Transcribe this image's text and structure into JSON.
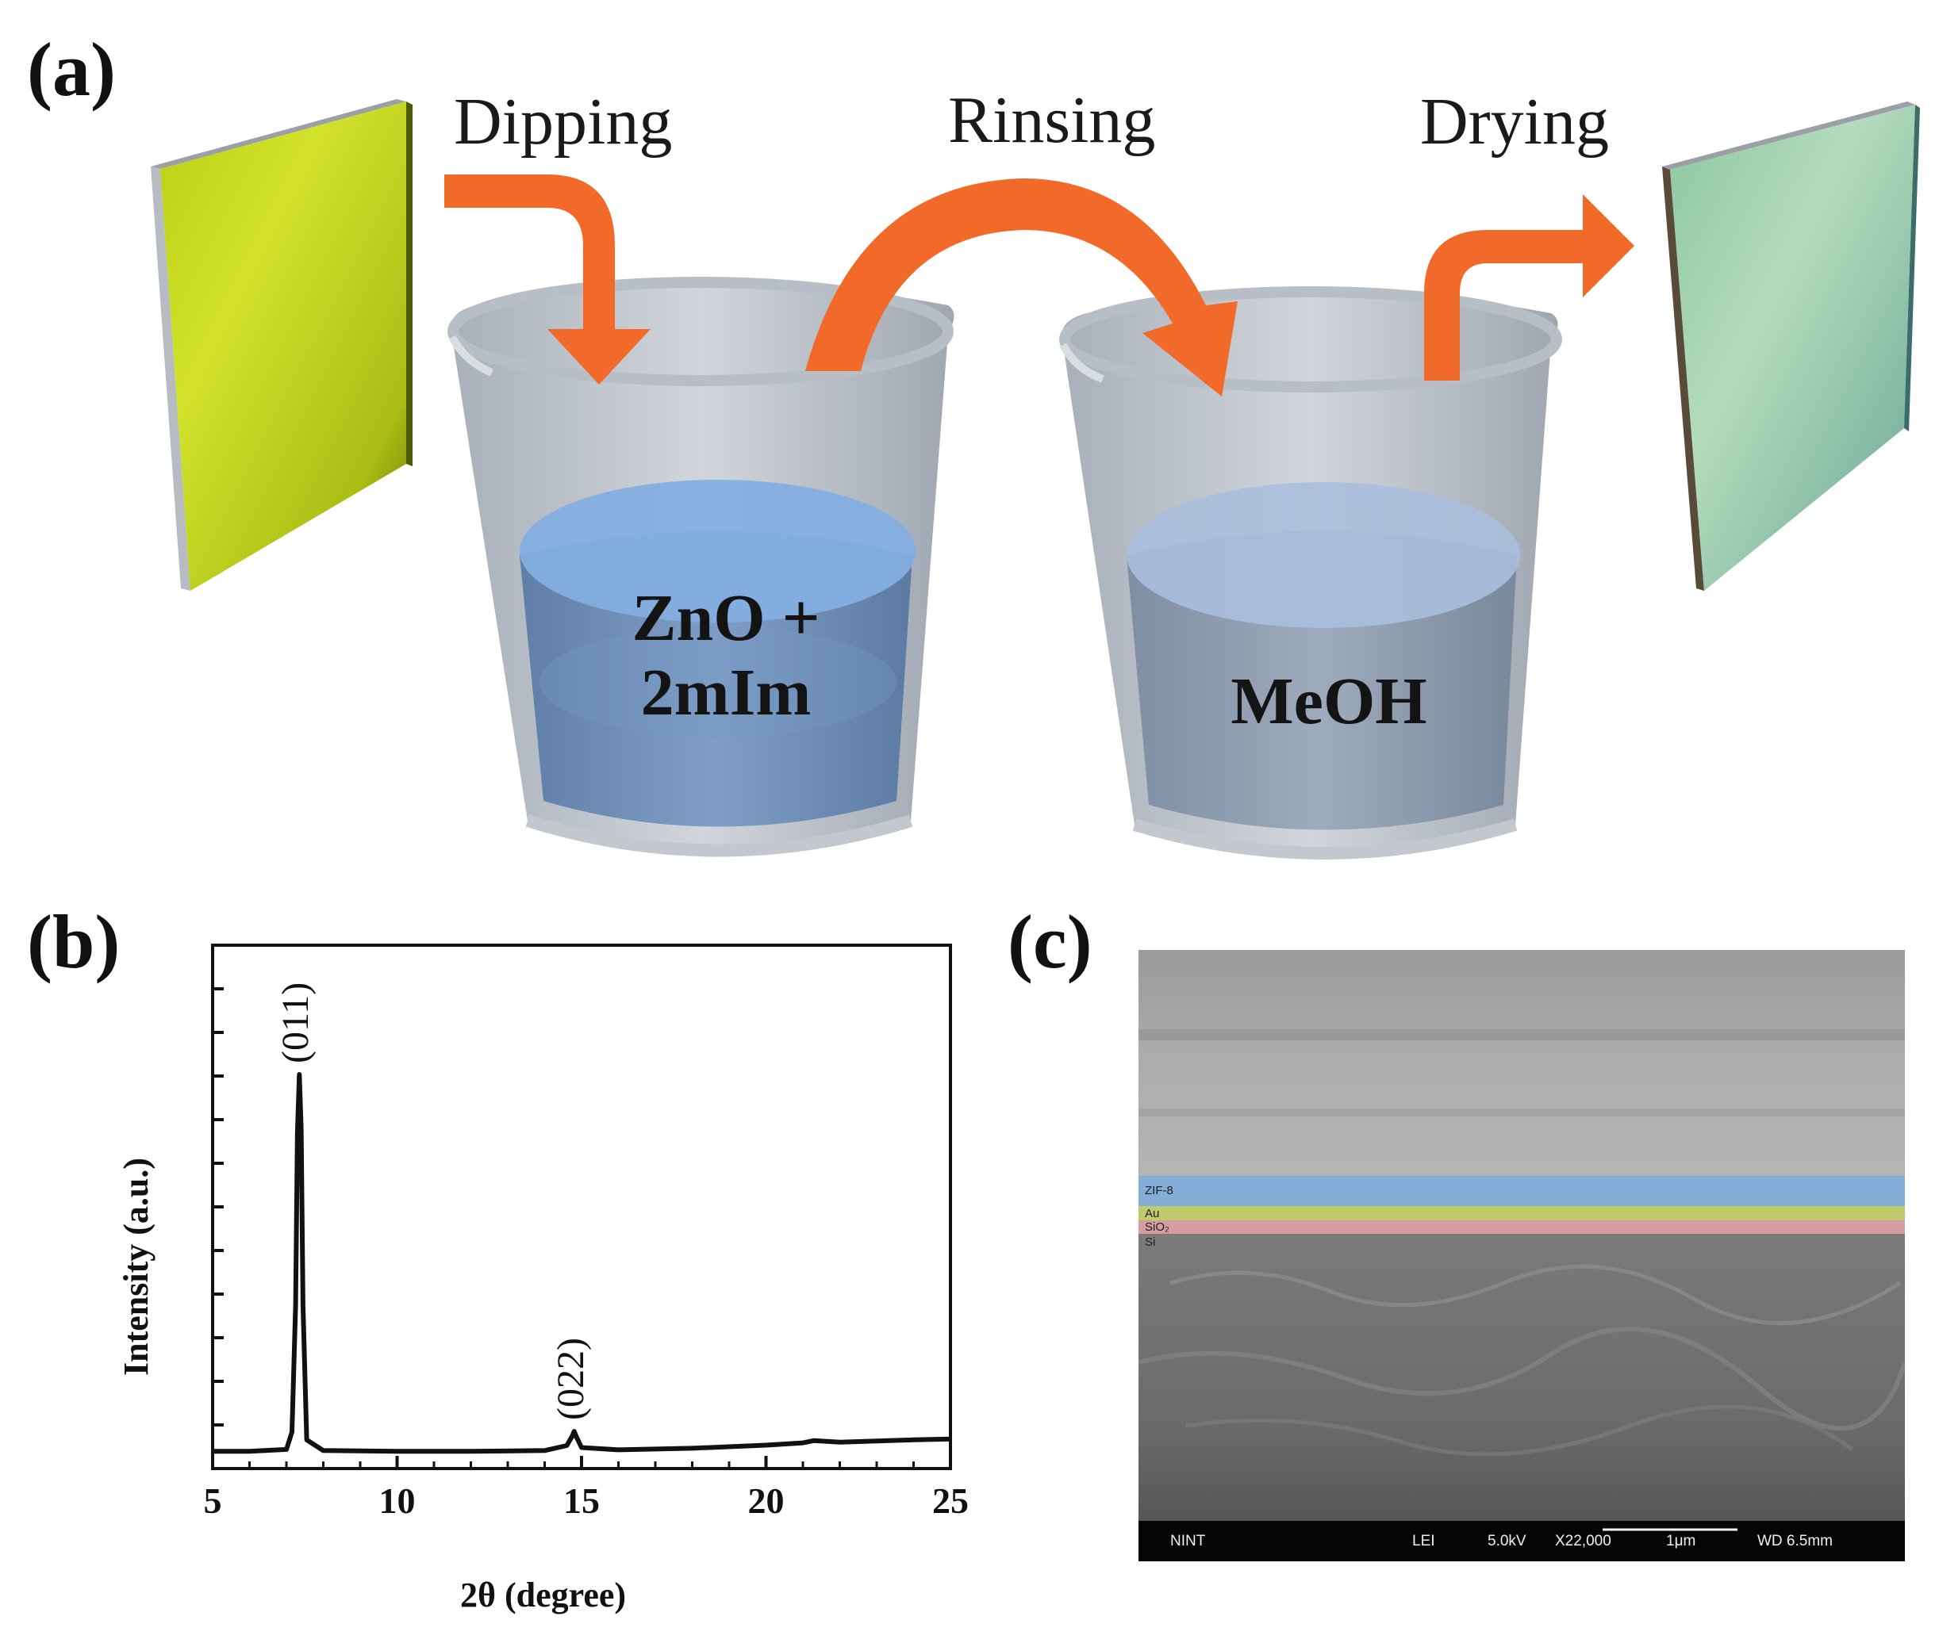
{
  "panels": {
    "a": {
      "label": "(a)"
    },
    "b": {
      "label": "(b)"
    },
    "c": {
      "label": "(c)"
    }
  },
  "process": {
    "steps": [
      "Dipping",
      "Rinsing",
      "Drying"
    ],
    "beaker1": {
      "line1": "ZnO +",
      "line2": "2mIm"
    },
    "beaker2": {
      "line1": "MeOH"
    },
    "colors": {
      "arrow": "#f26a2a",
      "substrate_before": "#c7dc1f",
      "substrate_after": "#9ed3ad",
      "solution1": "#7ba6d6",
      "solution2": "#a9bbd4"
    }
  },
  "chart_data": {
    "type": "line",
    "xlabel": "2θ (degree)",
    "ylabel": "Intensity (a.u.)",
    "xlim": [
      5,
      25
    ],
    "xticks": [
      5,
      10,
      15,
      20,
      25
    ],
    "yticks": "unlabeled",
    "grid": false,
    "series": [
      {
        "x": [
          5.0,
          6.0,
          7.0,
          7.15,
          7.25,
          7.3,
          7.35,
          7.4,
          7.45,
          7.55,
          8.0,
          10.0,
          12.0,
          14.0,
          14.6,
          14.75,
          14.8,
          14.85,
          15.0,
          16.0,
          18.0,
          20.0,
          21.0,
          21.3,
          22.0,
          24.0,
          25.0
        ],
        "y": [
          0.02,
          0.02,
          0.025,
          0.07,
          0.4,
          0.85,
          1.0,
          0.86,
          0.4,
          0.05,
          0.022,
          0.02,
          0.02,
          0.022,
          0.035,
          0.06,
          0.072,
          0.06,
          0.03,
          0.024,
          0.028,
          0.036,
          0.042,
          0.048,
          0.044,
          0.05,
          0.052
        ]
      }
    ],
    "annotations": [
      {
        "text": "(011)",
        "x": 7.35
      },
      {
        "text": "(022)",
        "x": 14.8
      }
    ]
  },
  "sem": {
    "layers": [
      {
        "name": "ZIF-8",
        "color": "#86b4e2"
      },
      {
        "name": "Au",
        "color": "#c8d46a"
      },
      {
        "name": "SiO₂",
        "color": "#e0a2a6"
      },
      {
        "name": "Si",
        "color": "#707070"
      }
    ],
    "info_bar": {
      "org": "NINT",
      "detector": "LEI",
      "voltage": "5.0kV",
      "magnification": "X22,000",
      "scale": "1μm",
      "wd": "WD 6.5mm"
    }
  }
}
